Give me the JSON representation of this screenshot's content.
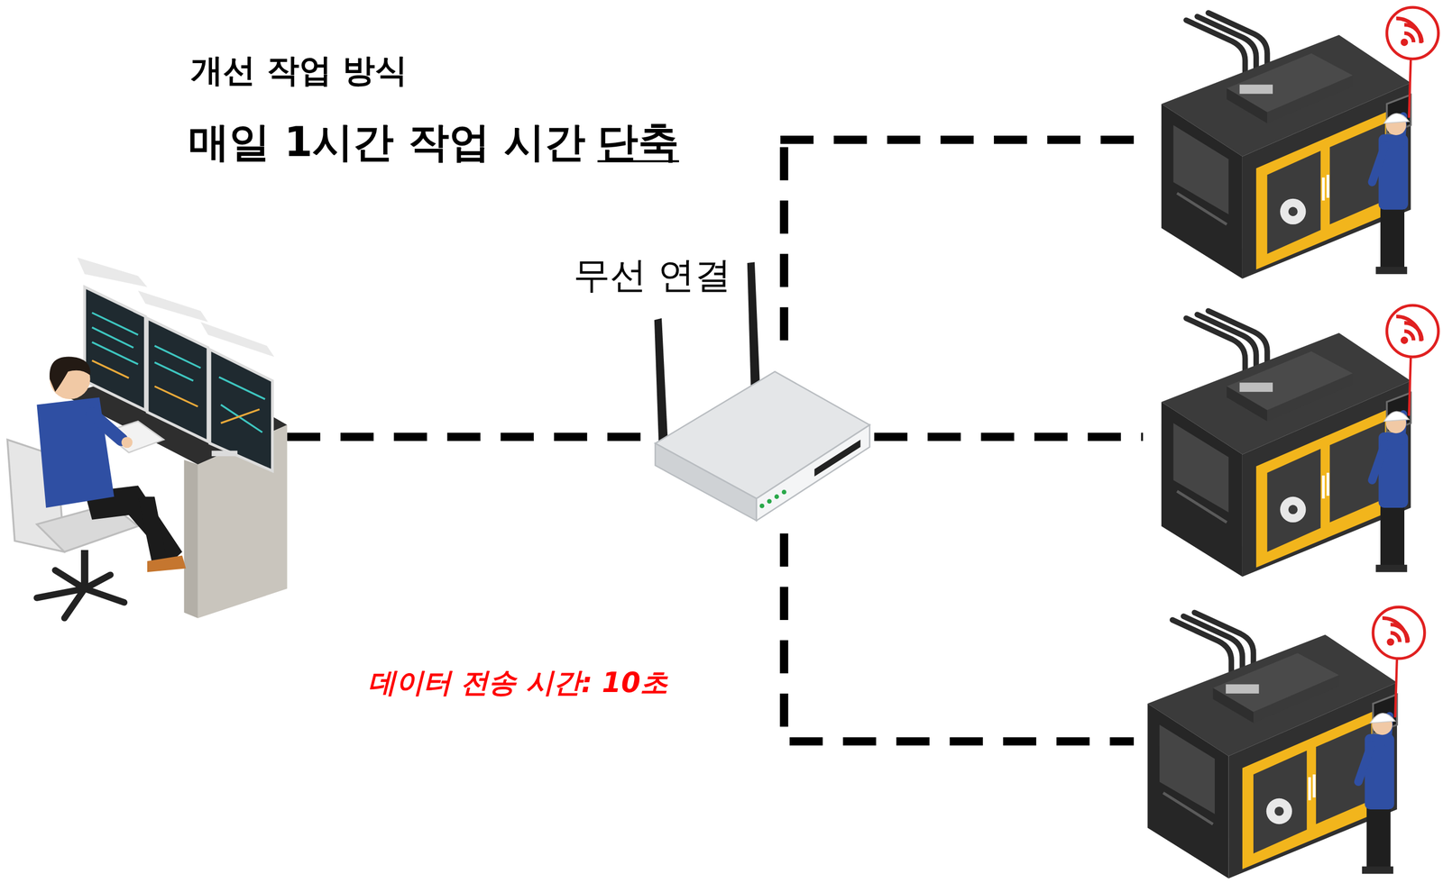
{
  "diagram": {
    "title": "개선 작업 방식",
    "labels": [
      "매일 1시간 작업 시간",
      "단축",
      "무선 연결",
      "데이터 전송 시간: 10초"
    ]
  }
}
